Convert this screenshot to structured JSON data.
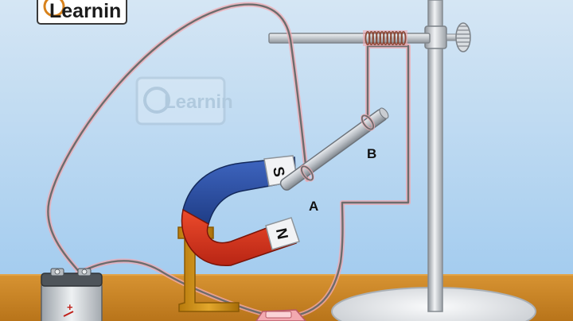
{
  "logo": {
    "text": "Learnin",
    "watermark_text": "Learnin"
  },
  "labels": {
    "point_a": "A",
    "point_b": "B"
  },
  "magnet": {
    "south_pole": "S",
    "north_pole": "N"
  },
  "battery": {
    "positive_mark": "+"
  },
  "icons": {
    "logo": "learnin-logo-icon",
    "watermark": "learnin-watermark-icon",
    "battery": "battery-icon",
    "magnet": "horseshoe-magnet-icon",
    "stand": "retort-stand-icon",
    "clamp_screw": "thumbscrew-icon",
    "coil": "coil-spring-icon",
    "rod": "metal-rod-icon",
    "switch": "switch-icon"
  },
  "colors": {
    "sky_top": "#cfe2f2",
    "sky_bottom": "#9ec9ef",
    "table": "#c8831f",
    "wire": "#6e6e6e",
    "wire_glow": "#f4b7bd",
    "magnet_blue": "#2a4fa3",
    "magnet_red": "#d8321e",
    "stand_metal": "#c7cbd0",
    "magnet_holder": "#c98c12"
  }
}
